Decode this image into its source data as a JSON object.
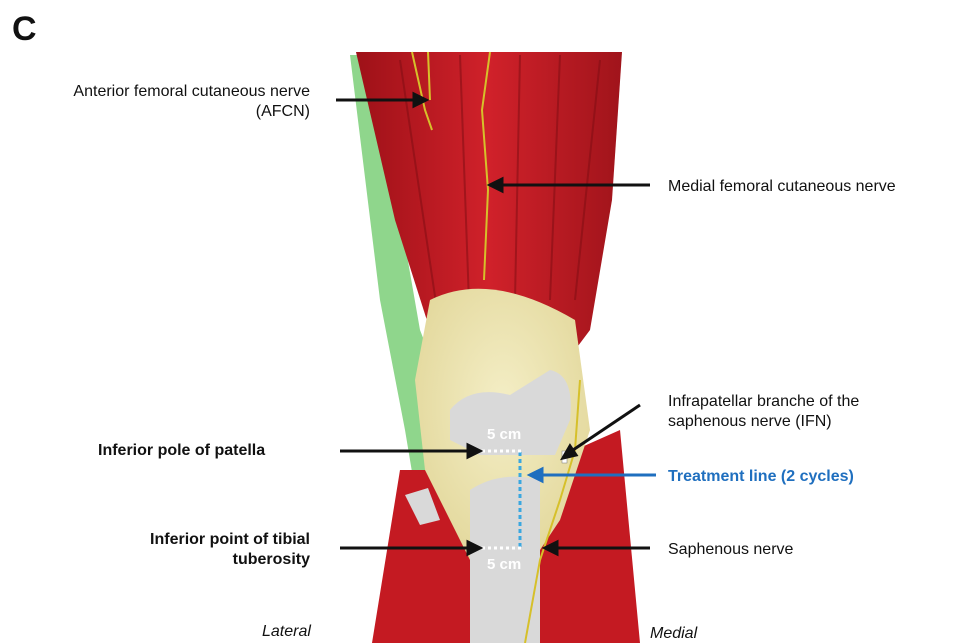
{
  "panel_letter": "C",
  "labels": {
    "afcn_line1": "Anterior femoral cutaneous nerve",
    "afcn_line2": "(AFCN)",
    "medial_femoral": "Medial femoral cutaneous nerve",
    "infrapatellar_line1": "Infrapatellar branche of the",
    "infrapatellar_line2": "saphenous nerve (IFN)",
    "inferior_pole": "Inferior pole of patella",
    "treatment_line": "Treatment line (2 cycles)",
    "tibial_line1": "Inferior point of tibial",
    "tibial_line2": "tuberosity",
    "saphenous": "Saphenous nerve",
    "lateral": "Lateral",
    "medial": "Medial",
    "cm_top": "5 cm",
    "cm_bottom": "5 cm"
  },
  "colors": {
    "muscle": "#c41a22",
    "muscle_dark": "#8f0f16",
    "tendon": "#eee7b4",
    "bone": "#d9d9d9",
    "fascia": "#8fd68c",
    "nerve": "#d6c02a",
    "treatment": "#3aa7e0",
    "label_blue": "#1f6fbf"
  }
}
